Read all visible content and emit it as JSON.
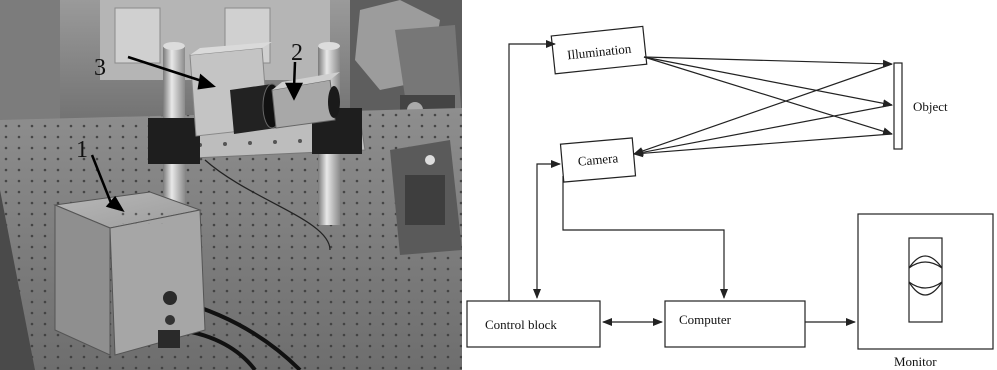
{
  "photo": {
    "callouts": [
      "1",
      "2",
      "3"
    ]
  },
  "diagram": {
    "nodes": {
      "illumination": "Illumination",
      "camera": "Camera",
      "object": "Object",
      "control_block": "Control block",
      "computer": "Computer",
      "monitor": "Monitor"
    }
  }
}
